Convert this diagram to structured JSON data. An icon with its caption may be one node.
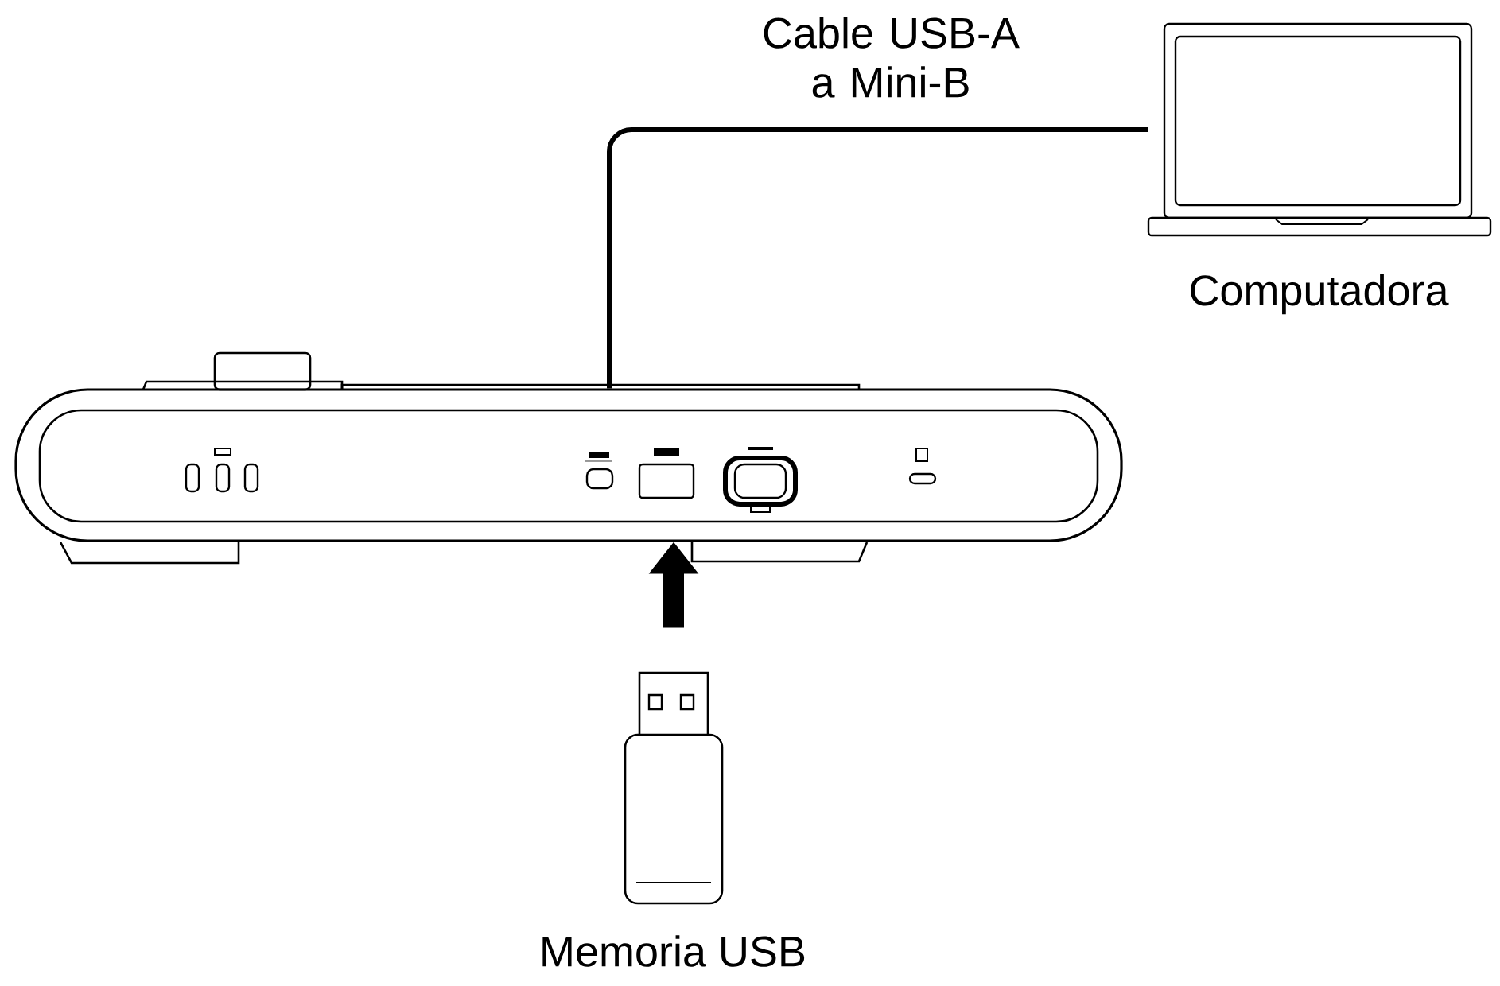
{
  "diagram": {
    "nodes": [
      {
        "text": [],
        "shape": "picture"
      },
      {
        "text": [],
        "shape": "picture",
        "beside": [
          "Computadora"
        ]
      },
      {
        "text": [],
        "shape": "picture",
        "beside": [
          "Memoria USB"
        ]
      }
    ],
    "edges": [
      {
        "from": 0,
        "to": 1,
        "arrow": "none",
        "label": "Cable USB-A a Mini-B"
      },
      {
        "from": 2,
        "to": 0,
        "arrow": "to",
        "style": "thick"
      }
    ]
  }
}
